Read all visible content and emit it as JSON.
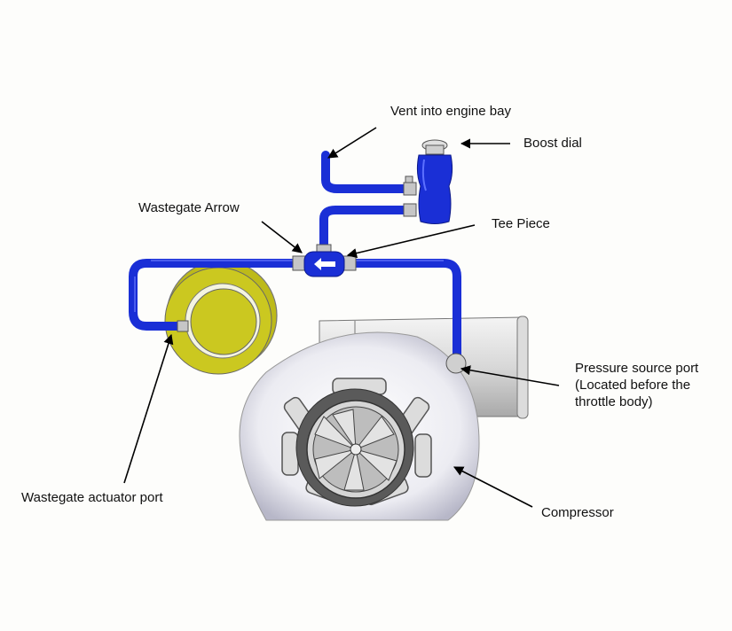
{
  "labels": {
    "vent": "Vent into engine bay",
    "boost_dial": "Boost dial",
    "wastegate_arrow": "Wastegate Arrow",
    "tee_piece": "Tee Piece",
    "pressure_source_line1": "Pressure source port",
    "pressure_source_line2": "(Located before the",
    "pressure_source_line3": "throttle body)",
    "wastegate_actuator_port": "Wastegate actuator port",
    "compressor": "Compressor"
  },
  "colors": {
    "hose": "#1a2fd6",
    "actuator": "#c8c41a",
    "housing": "#e6e6ec",
    "fitting": "#b8b8b8"
  }
}
